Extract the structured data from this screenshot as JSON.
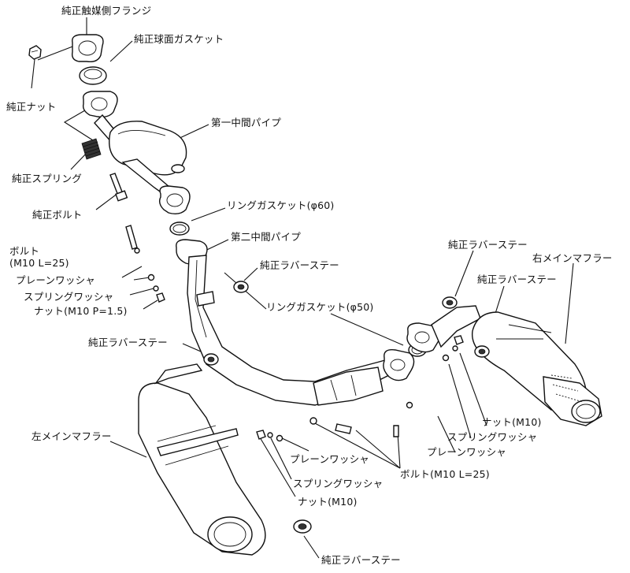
{
  "labels": {
    "flange": "純正触媒側フランジ",
    "sphere_gasket": "純正球面ガスケット",
    "nut_genuine": "純正ナット",
    "mid_pipe_1": "第一中間パイプ",
    "spring_genuine": "純正スプリング",
    "bolt_genuine": "純正ボルト",
    "ring_gasket_60": "リングガスケット(φ60)",
    "bolt_left": "ボルト",
    "bolt_left_spec": "(M10 L=25)",
    "mid_pipe_2": "第二中間パイプ",
    "plain_washer_left": "プレーンワッシャ",
    "rubber_stay_center": "純正ラバーステー",
    "spring_washer_left": "スプリングワッシャ",
    "nut_left": "ナット(M10 P=1.5)",
    "rubber_stay_top_right": "純正ラバーステー",
    "right_muffler": "右メインマフラー",
    "rubber_stay_right": "純正ラバーステー",
    "ring_gasket_50": "リングガスケット(φ50)",
    "rubber_stay_left": "純正ラバーステー",
    "left_muffler": "左メインマフラー",
    "nut_m10_right": "ナット(M10)",
    "spring_washer_right": "スプリングワッシャ",
    "plain_washer_right": "プレーンワッシャ",
    "plain_washer_center": "プレーンワッシャ",
    "bolt_m10": "ボルト(M10 L=25)",
    "spring_washer_center": "スプリングワッシャ",
    "nut_m10_center": "ナット(M10)",
    "rubber_stay_bottom": "純正ラバーステー"
  }
}
